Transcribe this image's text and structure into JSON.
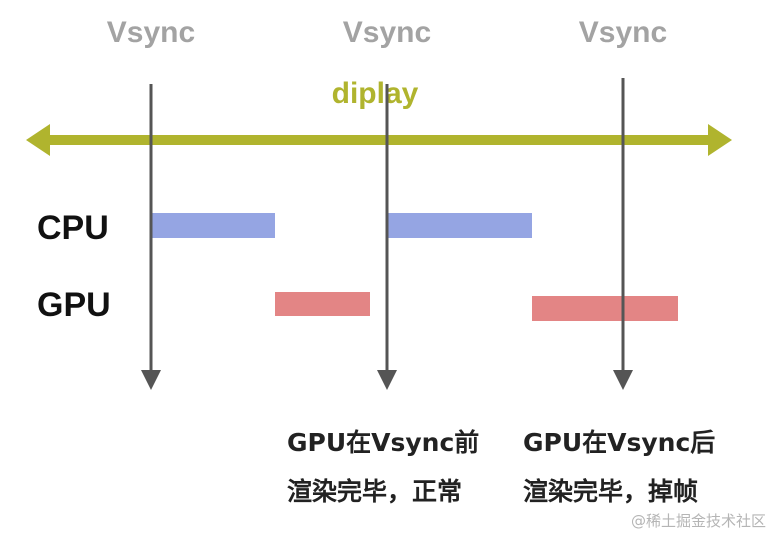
{
  "colors": {
    "vsync_text": "#a3a3a3",
    "vsync_line": "#555555",
    "display_line": "#b0b42e",
    "cpu_bar": "#95a5e3",
    "gpu_bar": "#e38585",
    "text": "#111111"
  },
  "vsync": {
    "labels": [
      "Vsync",
      "Vsync",
      "Vsync"
    ]
  },
  "display": {
    "label": "diplay"
  },
  "rows": {
    "cpu_label": "CPU",
    "gpu_label": "GPU"
  },
  "captions": {
    "left": {
      "line1": "GPU在Vsync前",
      "line2": "渲染完毕，正常"
    },
    "right": {
      "line1": "GPU在Vsync后",
      "line2": "渲染完毕，掉帧"
    }
  },
  "watermark": "@稀土掘金技术社区"
}
